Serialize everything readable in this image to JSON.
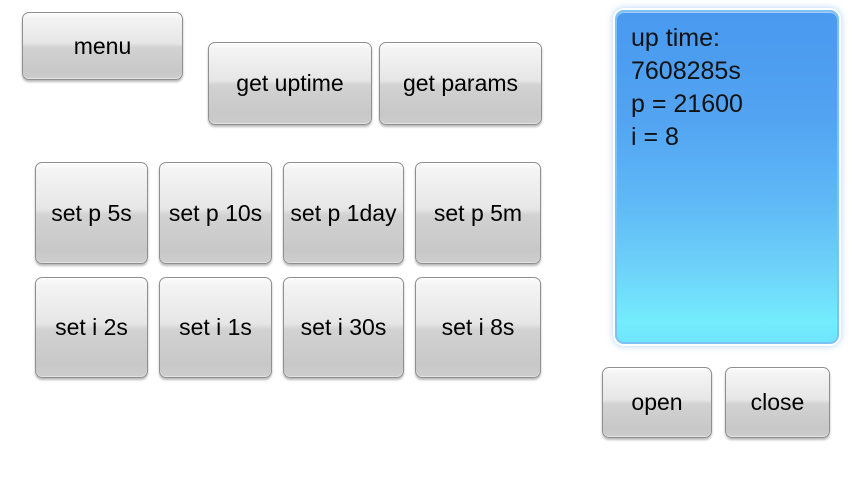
{
  "background_color": "#ffffff",
  "toolbar": {
    "menu_label": "menu",
    "get_uptime_label": "get uptime",
    "get_params_label": "get params"
  },
  "period_buttons": [
    {
      "label": "set p 5s"
    },
    {
      "label": "set p 10s"
    },
    {
      "label": "set p 1day"
    },
    {
      "label": "set p 5m"
    }
  ],
  "interval_buttons": [
    {
      "label": "set i 2s"
    },
    {
      "label": "set i 1s"
    },
    {
      "label": "set i 30s"
    },
    {
      "label": "set i 8s"
    }
  ],
  "display": {
    "text": "up time:\n7608285s\np = 21600\ni = 8",
    "lines": [
      "up time:",
      "7608285s",
      "p = 21600",
      "i = 8"
    ],
    "uptime_label": "up time:",
    "uptime_value": "7608285s",
    "p_value": "p = 21600",
    "i_value": "i = 8",
    "border_color": "#7ec2f5",
    "gradient_top": "#4a9bf0",
    "gradient_bottom": "#74ecfd",
    "text_color": "#111111"
  },
  "connection_buttons": {
    "open_label": "open",
    "close_label": "close"
  }
}
